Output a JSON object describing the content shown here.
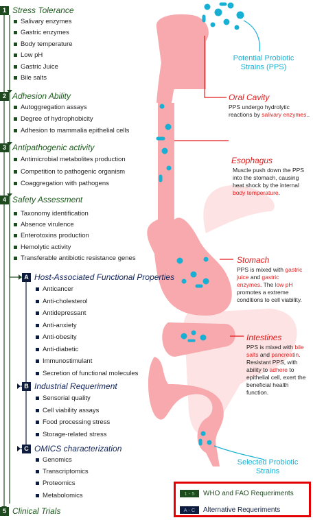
{
  "sections": [
    {
      "num": "1",
      "title": "Stress Tolerance",
      "items": [
        "Salivary enzymes",
        "Gastric enzymes",
        "Body temperature",
        "Low pH",
        "Gastric Juice",
        "Bile salts"
      ]
    },
    {
      "num": "2",
      "title": "Adhesion Ability",
      "items": [
        "Autoggregation assays",
        "Degree of hydrophobicity",
        "Adhesion to mammalia epithelial cells"
      ]
    },
    {
      "num": "3",
      "title": "Antipathogenic activity",
      "items": [
        "Antimicrobial metabolites production",
        "Competition to pathogenic organism",
        "Coaggregation with pathogens"
      ]
    },
    {
      "num": "4",
      "title": "Safety Assessment",
      "items": [
        "Taxonomy identification",
        "Absence virulence",
        "Enterotoxins production",
        "Hemolytic activity",
        "Transferable antibiotic resistance genes"
      ]
    },
    {
      "num": "A",
      "title": "Host-Associated Functional Properties",
      "items": [
        "Anticancer",
        "Anti-cholesterol",
        "Antidepressant",
        "Anti-anxiety",
        "Anti-obesity",
        "Anti-diabetic",
        "Immunostimulant",
        "Secretion of functional molecules"
      ]
    },
    {
      "num": "B",
      "title": "Industrial Requeriment",
      "items": [
        "Sensorial quality",
        "Cell viability assays",
        "Food processing stress",
        "Storage-related stress"
      ]
    },
    {
      "num": "C",
      "title": "OMICS characterization",
      "items": [
        "Genomics",
        "Transcriptomics",
        "Proteomics",
        "Metabolomics"
      ]
    },
    {
      "num": "5",
      "title": "Clinical Trials",
      "items": []
    }
  ],
  "stages": {
    "oral": {
      "title": "Oral Cavity",
      "desc_a": "PPS undergo hydrolytic reactions by ",
      "desc_hl": "salivary enzymes",
      "desc_b": ".."
    },
    "esophagus": {
      "title": "Esophagus",
      "desc_a": "Muscle push down the PPS into the stomach, causing heat shock by the internal ",
      "desc_hl": "body temperature",
      "desc_b": "."
    },
    "stomach": {
      "title": "Stomach",
      "p1": "PPS is mixed with ",
      "h1": "gastric juice",
      "p2": " and ",
      "h2": "gastric enzymes",
      "p3": ". The ",
      "h3": "low pH",
      "p4": " promotes a extreme conditions to cell viability."
    },
    "intestines": {
      "title": "Intestines",
      "p1": "PPS is mixed with ",
      "h1": "bile salts",
      "p2": " and ",
      "h2": "pancreatin",
      "p3": ". Resistant PPS, with ability to ",
      "h3": "adhere",
      "p4": " to epithelial cell, exert the beneficial health function."
    }
  },
  "labels": {
    "potential": "Potential Probiotic Strains (PPS)",
    "selected": "Selected Probiotic Strains"
  },
  "legend": {
    "who_badge": "1 - 5",
    "who_label": "WHO and FAO Requeriments",
    "alt_badge": "A - C",
    "alt_label": "Alternative Requeriments"
  },
  "colors": {
    "green": "#1f4a1f",
    "navy": "#0d1b3d",
    "red": "#e21b1b",
    "cyan": "#17b0d4",
    "tract": "#f7a9ad"
  }
}
